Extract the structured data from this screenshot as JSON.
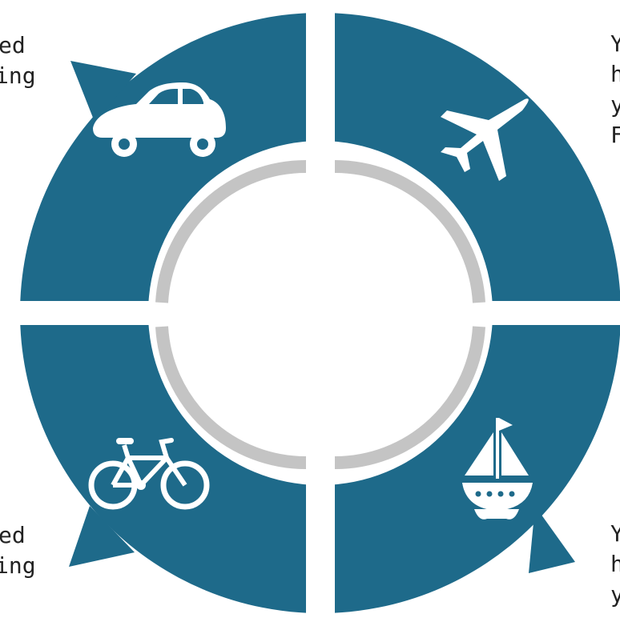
{
  "colors": {
    "quadrant": "#1e6a8a",
    "ring": "#c4c4c4",
    "background": "#ffffff",
    "icon": "#ffffff",
    "text": "#222222"
  },
  "quadrants": [
    {
      "position": "top-left",
      "icon": "car-icon"
    },
    {
      "position": "top-right",
      "icon": "airplane-icon"
    },
    {
      "position": "bottom-left",
      "icon": "bicycle-icon"
    },
    {
      "position": "bottom-right",
      "icon": "sailboat-icon"
    }
  ],
  "text_fragments": {
    "top_left": {
      "line1": "ed",
      "line2": "ing"
    },
    "top_right": {
      "line1": "Y",
      "line2": "h",
      "line3": "y",
      "line4": "F"
    },
    "bottom_left": {
      "line1": "ed",
      "line2": "ing"
    },
    "bottom_right": {
      "line1": "Y",
      "line2": "h",
      "line3": "y"
    }
  }
}
